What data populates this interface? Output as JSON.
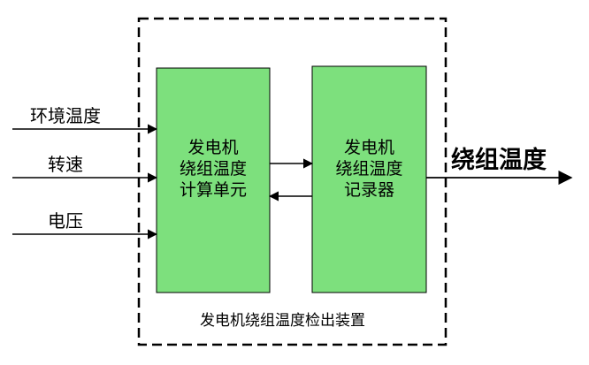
{
  "inputs": {
    "ambient_temperature": "环境温度",
    "rotational_speed": "转速",
    "voltage": "电压"
  },
  "calc_unit": {
    "line1": "发电机",
    "line2": "绕组温度",
    "line3": "计算单元"
  },
  "recorder": {
    "line1": "发电机",
    "line2": "绕组温度",
    "line3": "记录器"
  },
  "output": {
    "label": "绕组温度"
  },
  "device": {
    "caption": "发电机绕组温度检出装置"
  },
  "colors": {
    "box_fill": "#7de07d",
    "stroke": "#000000",
    "background": "#ffffff"
  }
}
